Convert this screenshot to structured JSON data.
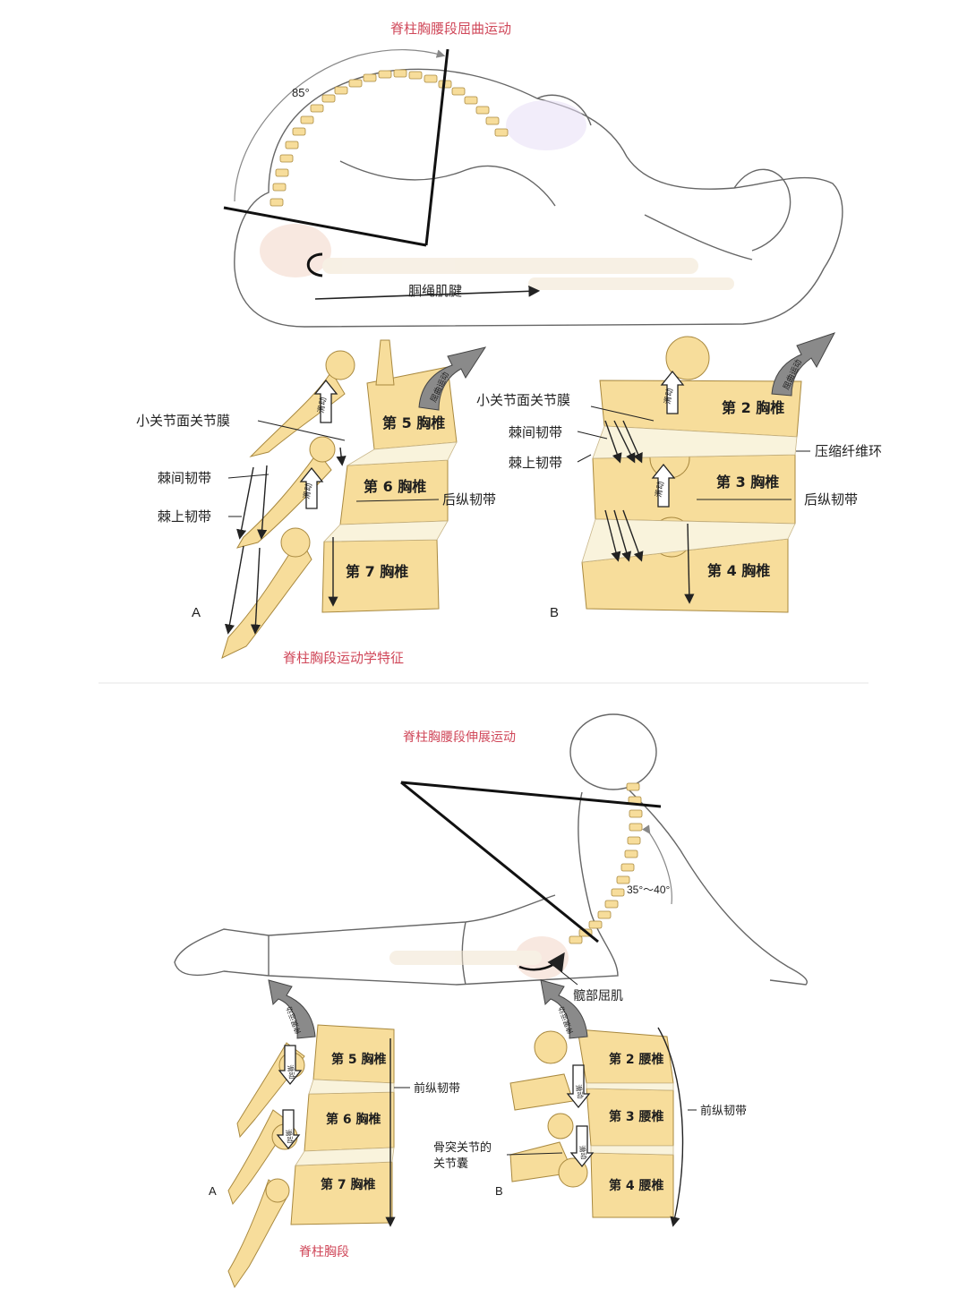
{
  "top": {
    "title": "脊柱胸腰段屈曲运动",
    "angle": "85°",
    "hamstring_label": "腘绳肌腱",
    "caption": "脊柱胸段运动学特征",
    "panelA": {
      "letter": "A",
      "arrow_text": "屈曲运动",
      "glide_text": "滑动",
      "labels": {
        "facet_capsule": "小关节面关节膜",
        "interspinous": "棘间韧带",
        "supraspinous": "棘上韧带",
        "posterior_longitudinal": "后纵韧带",
        "v1": "第 5 胸椎",
        "v2": "第 6 胸椎",
        "v3": "第 7 胸椎"
      }
    },
    "panelB": {
      "letter": "B",
      "arrow_text": "屈曲运动",
      "glide_text": "滑动",
      "labels": {
        "facet_capsule": "小关节面关节膜",
        "interspinous": "棘间韧带",
        "supraspinous": "棘上韧带",
        "compressed_annulus": "压缩纤维环",
        "posterior_longitudinal": "后纵韧带",
        "v1": "第 2 胸椎",
        "v2": "第 3 胸椎",
        "v3": "第 4 胸椎"
      }
    }
  },
  "bottom": {
    "title": "脊柱胸腰段伸展运动",
    "angle": "35°～40°",
    "hip_flexor_label": "髋部屈肌",
    "caption": "脊柱胸段",
    "panelA": {
      "letter": "A",
      "arrow_text": "伸展运动",
      "glide_text": "滑动",
      "labels": {
        "anterior_longitudinal": "前纵韧带",
        "v1": "第 5 胸椎",
        "v2": "第 6 胸椎",
        "v3": "第 7 胸椎"
      }
    },
    "panelB": {
      "letter": "B",
      "arrow_text": "伸展运动",
      "glide_text": "滑动",
      "labels": {
        "anterior_longitudinal": "前纵韧带",
        "facet_capsule_line1": "骨突关节的",
        "facet_capsule_line2": "关节囊",
        "v1": "第 2 腰椎",
        "v2": "第 3 腰椎",
        "v3": "第 4 腰椎"
      }
    }
  },
  "colors": {
    "bone": "#f7dd9b",
    "bone_edge": "#a9893f",
    "disc": "#f9f3dc",
    "caption": "#d0485a",
    "outline": "#555555"
  }
}
